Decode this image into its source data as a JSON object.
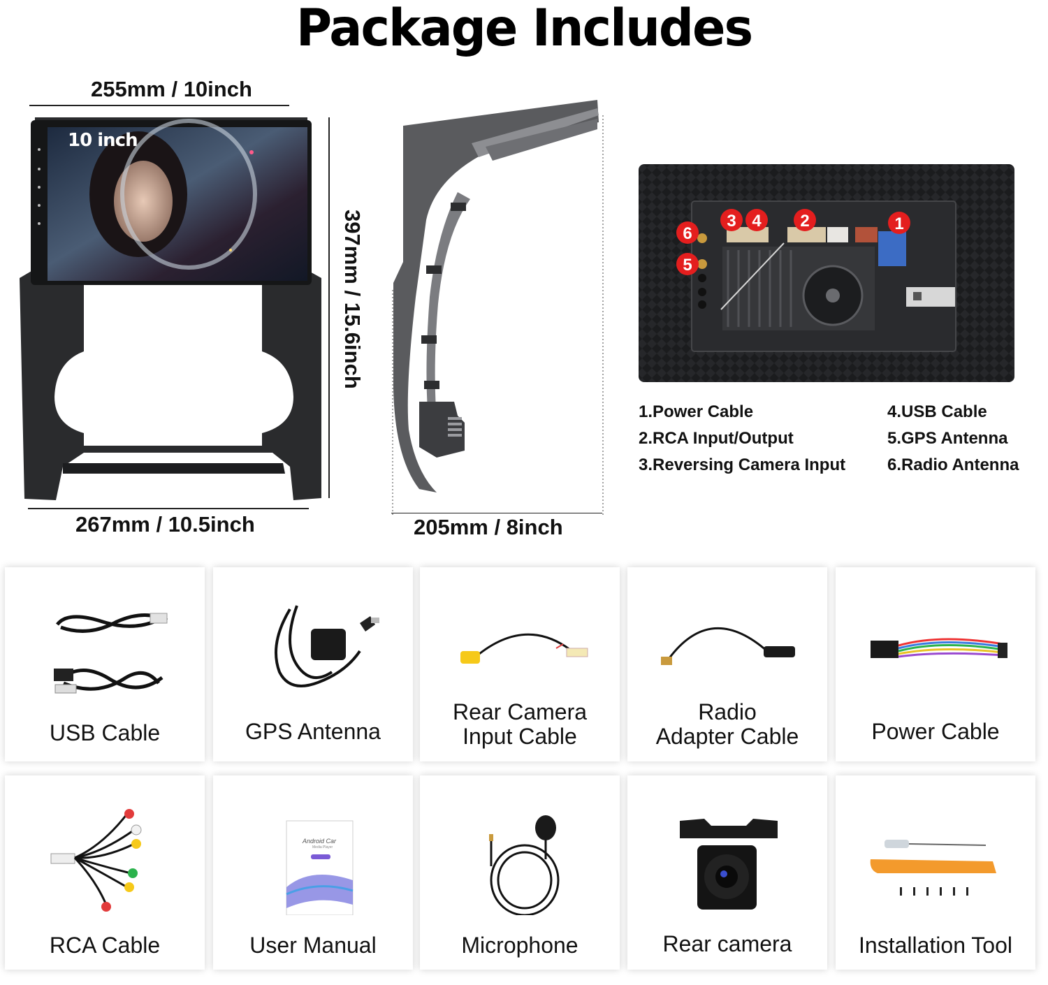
{
  "title": "Package Includes",
  "dimensions": {
    "top_width": "255mm / 10inch",
    "height": "397mm / 15.6inch",
    "bottom_width": "267mm / 10.5inch",
    "depth": "205mm / 8inch",
    "screen_label": "10 inch"
  },
  "port_badges": [
    "6",
    "3",
    "4",
    "2",
    "1",
    "5"
  ],
  "port_legend": [
    "1.Power Cable",
    "2.RCA Input/Output",
    "3.Reversing Camera Input",
    "4.USB Cable",
    "5.GPS Antenna",
    "6.Radio Antenna"
  ],
  "items_row1": [
    {
      "line1": "USB Cable",
      "line2": ""
    },
    {
      "line1": "GPS Antenna",
      "line2": ""
    },
    {
      "line1": "Rear Camera",
      "line2": "Input Cable"
    },
    {
      "line1": "Radio",
      "line2": "Adapter Cable"
    },
    {
      "line1": "Power Cable",
      "line2": ""
    }
  ],
  "items_row2": [
    {
      "line1": "RCA Cable"
    },
    {
      "line1": "User Manual"
    },
    {
      "line1": "Microphone"
    },
    {
      "line1": "Rear camera"
    },
    {
      "line1": "Installation Tool"
    }
  ],
  "manual_cover": {
    "line1": "Android Car",
    "line2": "Media Player"
  },
  "colors": {
    "badge": "#e41e1e",
    "tool_orange": "#f39a2c",
    "frame": "#2a2b2d"
  }
}
